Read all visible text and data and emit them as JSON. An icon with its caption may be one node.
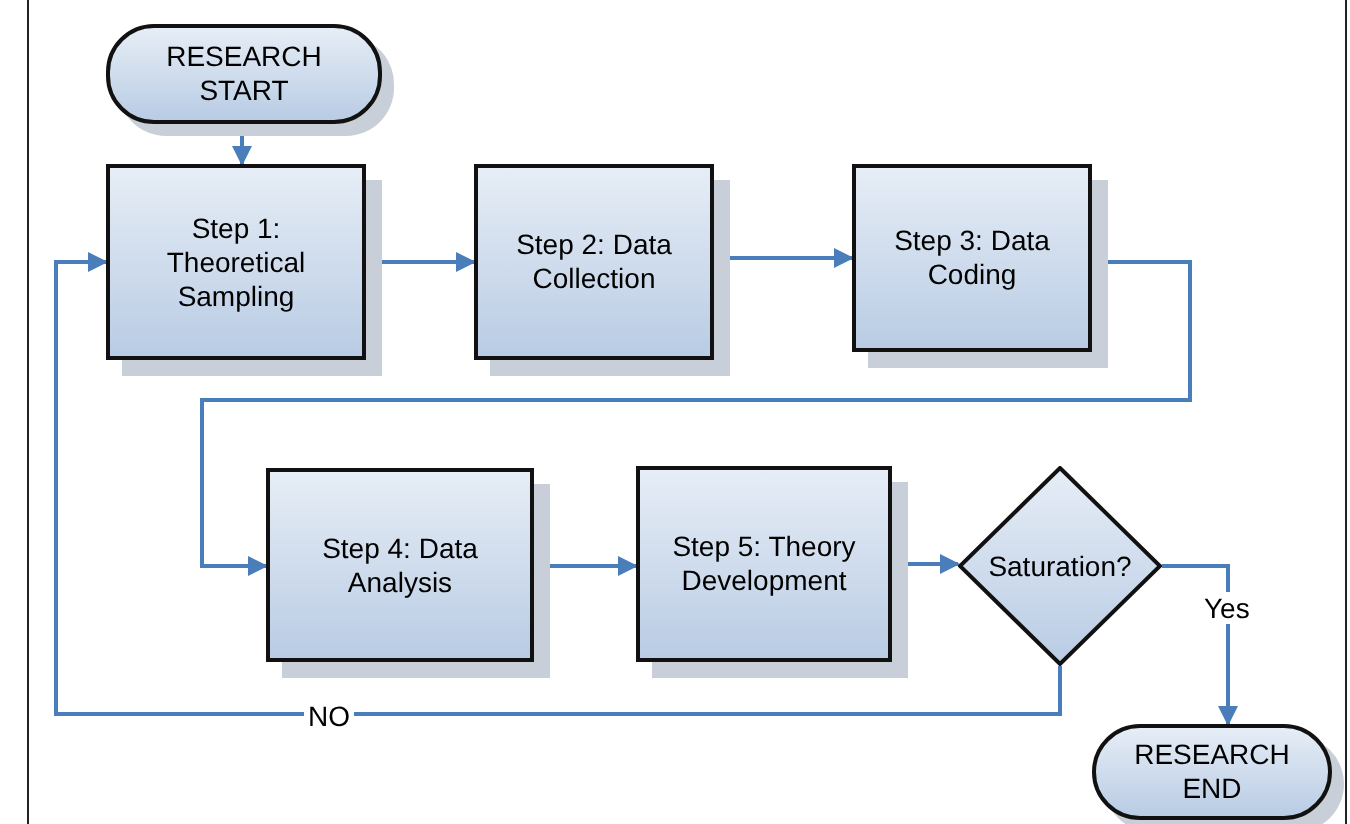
{
  "diagram": {
    "nodes": [
      {
        "text": [
          "RESEARCH START"
        ]
      },
      {
        "text": [
          "Step 1: Theoretical Sampling"
        ]
      },
      {
        "text": [
          "Step 2: Data Collection"
        ]
      },
      {
        "text": [
          "Step 3: Data Coding"
        ]
      },
      {
        "text": [
          "Step 4: Data Analysis"
        ]
      },
      {
        "text": [
          "Step 5: Theory Development"
        ]
      },
      {
        "text": [
          "Saturation?"
        ]
      },
      {
        "text": [
          "RESEARCH END"
        ]
      }
    ],
    "edges": [
      {
        "from": 0,
        "to": 1,
        "arrow": "to"
      },
      {
        "from": 1,
        "to": 2,
        "arrow": "to"
      },
      {
        "from": 2,
        "to": 3,
        "arrow": "to"
      },
      {
        "from": 3,
        "to": 4,
        "arrow": "to"
      },
      {
        "from": 4,
        "to": 5,
        "arrow": "to"
      },
      {
        "from": 5,
        "to": 6,
        "arrow": "to"
      },
      {
        "from": 6,
        "to": 7,
        "label": "Yes",
        "arrow": "to"
      },
      {
        "from": 6,
        "to": 1,
        "label": "NO",
        "arrow": "to"
      }
    ]
  }
}
